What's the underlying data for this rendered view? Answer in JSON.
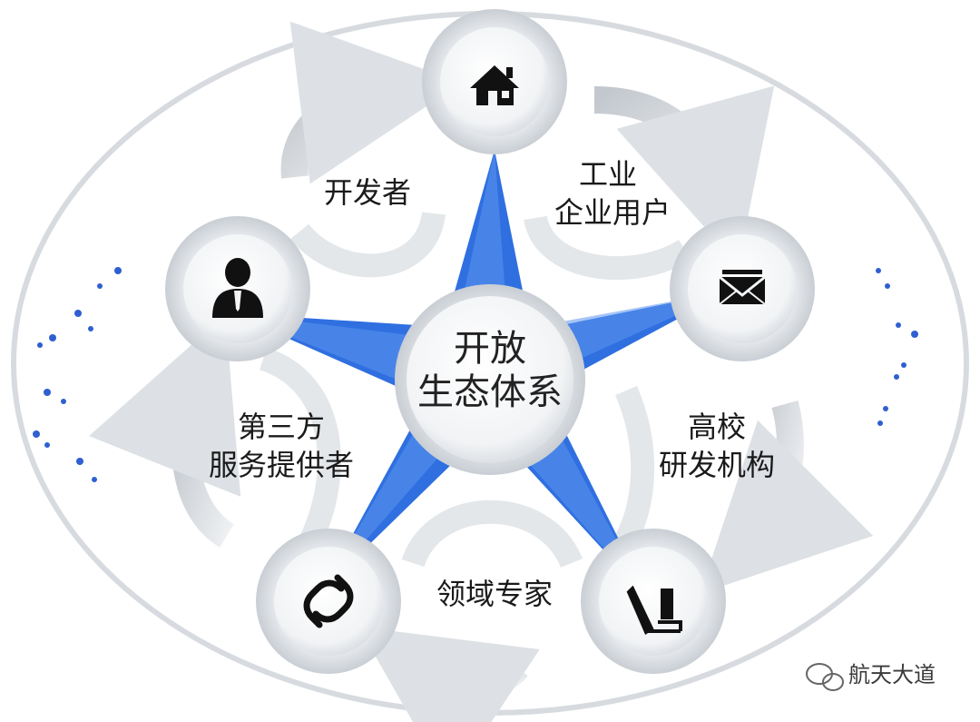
{
  "diagram": {
    "center": {
      "line1": "开放",
      "line2": "生态体系"
    },
    "labels": {
      "developer": "开发者",
      "industry_line1": "工业",
      "industry_line2": "企业用户",
      "university_line1": "高校",
      "university_line2": "研发机构",
      "experts": "领域专家",
      "thirdparty_line1": "第三方",
      "thirdparty_line2": "服务提供者"
    },
    "nodes": [
      {
        "icon": "house-icon"
      },
      {
        "icon": "envelope-icon"
      },
      {
        "icon": "pen-tools-icon"
      },
      {
        "icon": "chain-link-icon"
      },
      {
        "icon": "businessman-icon"
      }
    ],
    "colors": {
      "star": "#2f6fe0",
      "star_light": "#6ea3f5",
      "ring": "#d9dde2",
      "dots": "#2f5fd0"
    }
  },
  "watermark": {
    "text": "航天大道",
    "icon": "wechat-icon"
  }
}
